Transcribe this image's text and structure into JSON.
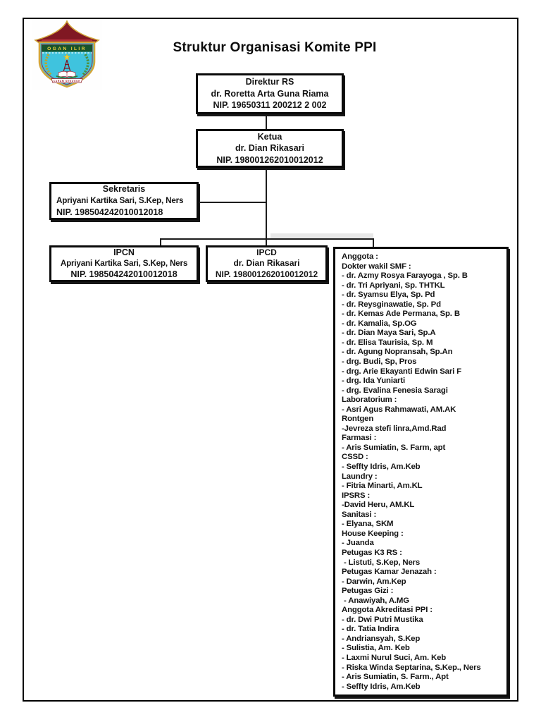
{
  "page": {
    "title": "Struktur Organisasi Komite PPI"
  },
  "logo": {
    "name": "Ogan Ilir regency seal",
    "band_text": "OGAN ILIR",
    "banner_text": "CARAM SEGUGUK",
    "colors": {
      "shield": "#3fc3de",
      "roof": "#801823",
      "band": "#17532c",
      "gold": "#d2a63b",
      "star": "#f2d12e"
    }
  },
  "chart": {
    "direktur": {
      "title": "Direktur RS",
      "name": "dr. Roretta Arta Guna Riama",
      "nip": "NIP. 19650311 200212 2 002"
    },
    "ketua": {
      "title": "Ketua",
      "name": "dr. Dian Rikasari",
      "nip": "NIP. 198001262010012012"
    },
    "sekretaris": {
      "title": "Sekretaris",
      "name": "Apriyani Kartika Sari, S.Kep, Ners",
      "nip": "NIP. 198504242010012018"
    },
    "ipcn": {
      "title": "IPCN",
      "name": "Apriyani Kartika Sari, S.Kep, Ners",
      "nip": "NIP. 198504242010012018"
    },
    "ipcd": {
      "title": "IPCD",
      "name": "dr. Dian Rikasari",
      "nip": "NIP. 198001262010012012"
    },
    "anggota": {
      "lines": [
        {
          "t": "Anggota :",
          "b": true
        },
        {
          "t": "Dokter wakil SMF :",
          "b": true
        },
        {
          "t": "- dr. Azmy Rosya Farayoga , Sp. B",
          "b": false
        },
        {
          "t": "- dr. Tri Apriyani, Sp. THTKL",
          "b": false
        },
        {
          "t": "- dr. Syamsu Elya, Sp. Pd",
          "b": false
        },
        {
          "t": "- dr. Reysginawatie, Sp. Pd",
          "b": false
        },
        {
          "t": "- dr. Kemas Ade Permana, Sp. B",
          "b": false
        },
        {
          "t": "- dr. Kamalia, Sp.OG",
          "b": false
        },
        {
          "t": "- dr. Dian Maya Sari, Sp.A",
          "b": false
        },
        {
          "t": "- dr. Elisa Taurisia, Sp. M",
          "b": false
        },
        {
          "t": "- dr. Agung Nopransah, Sp.An",
          "b": false
        },
        {
          "t": "- drg. Budi, Sp, Pros",
          "b": false
        },
        {
          "t": "- drg. Arie Ekayanti Edwin Sari F",
          "b": false
        },
        {
          "t": "- drg. Ida Yuniarti",
          "b": false
        },
        {
          "t": "- drg. Evalina Fenesia Saragi",
          "b": false
        },
        {
          "t": "Laboratorium :",
          "b": true
        },
        {
          "t": "- Asri Agus Rahmawati, AM.AK",
          "b": false
        },
        {
          "t": "Rontgen",
          "b": true
        },
        {
          "t": "-Jevreza stefi linra,Amd.Rad",
          "b": false
        },
        {
          "t": "Farmasi :",
          "b": true
        },
        {
          "t": "- Aris Sumiatin, S. Farm, apt",
          "b": false
        },
        {
          "t": "CSSD :",
          "b": true
        },
        {
          "t": "- Seffty Idris, Am.Keb",
          "b": false
        },
        {
          "t": "Laundry :",
          "b": true
        },
        {
          "t": "- Fitria Minarti, Am.KL",
          "b": false
        },
        {
          "t": "IPSRS :",
          "b": true
        },
        {
          "t": "-David Heru, AM.KL",
          "b": false
        },
        {
          "t": "Sanitasi :",
          "b": true
        },
        {
          "t": "- Elyana, SKM",
          "b": false
        },
        {
          "t": "House Keeping :",
          "b": true
        },
        {
          "t": "- Juanda",
          "b": false
        },
        {
          "t": "Petugas K3 RS :",
          "b": true
        },
        {
          "t": " - Listuti, S.Kep, Ners",
          "b": false
        },
        {
          "t": "Petugas Kamar Jenazah :",
          "b": true
        },
        {
          "t": "- Darwin, Am.Kep",
          "b": false
        },
        {
          "t": "Petugas Gizi :",
          "b": true
        },
        {
          "t": " - Anawiyah, A.MG",
          "b": false
        },
        {
          "t": "Anggota Akreditasi PPI :",
          "b": true
        },
        {
          "t": "- dr. Dwi Putri Mustika",
          "b": false
        },
        {
          "t": "- dr. Tatia Indira",
          "b": false
        },
        {
          "t": "- Andriansyah, S.Kep",
          "b": false
        },
        {
          "t": "- Sulistia, Am. Keb",
          "b": false
        },
        {
          "t": "- Laxmi Nurul Suci, Am. Keb",
          "b": false
        },
        {
          "t": "- Riska Winda Septarina, S.Kep., Ners",
          "b": false
        },
        {
          "t": "- Aris Sumiatin, S. Farm., Apt",
          "b": false
        },
        {
          "t": "- Seffty Idris, Am.Keb",
          "b": false
        }
      ]
    }
  }
}
